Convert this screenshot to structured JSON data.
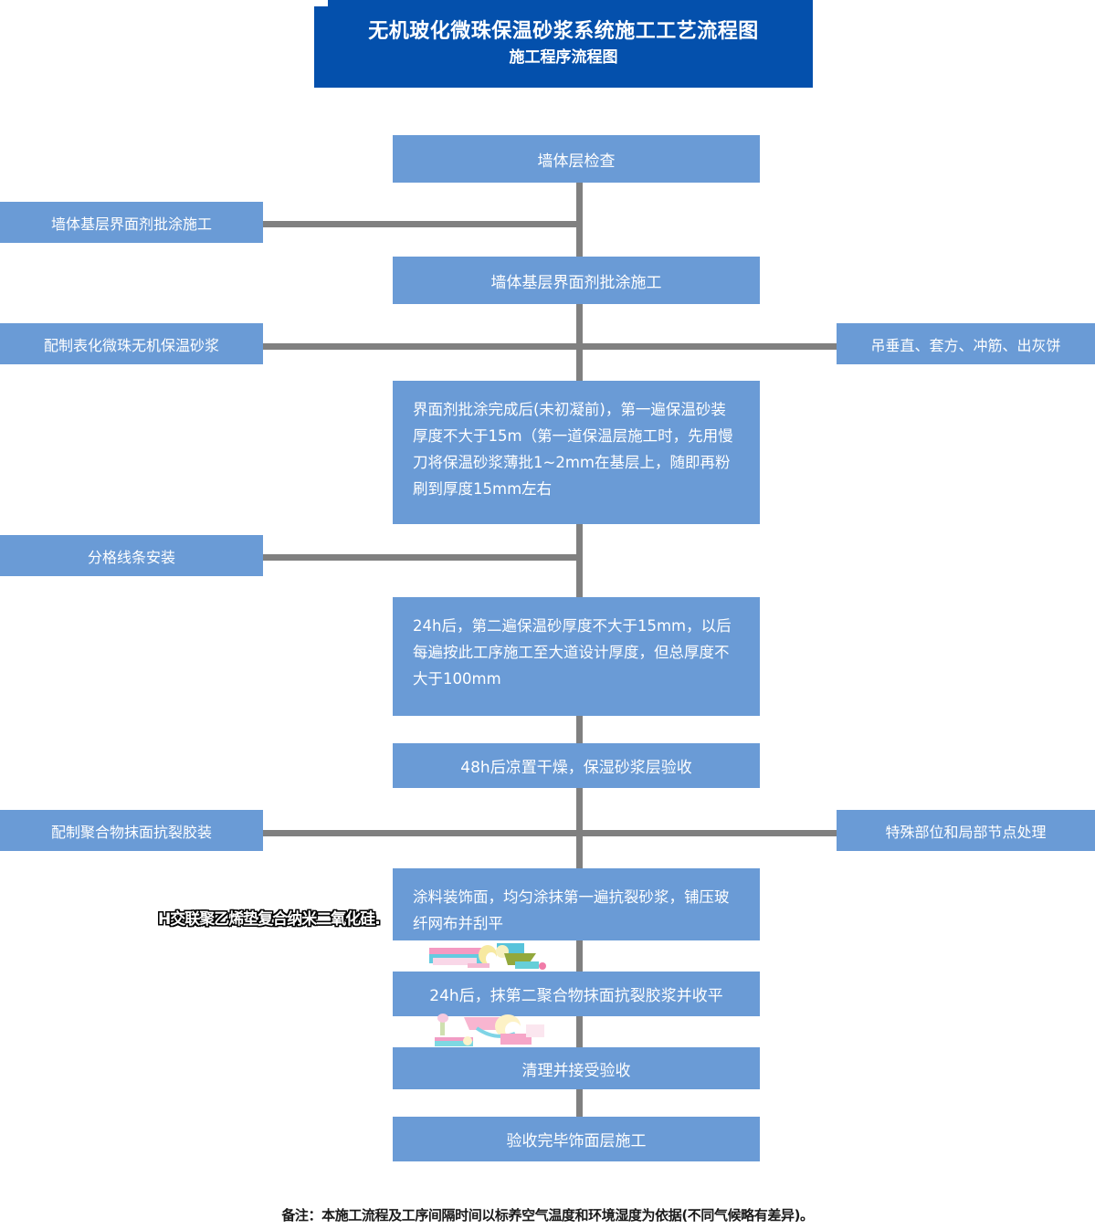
{
  "banner": {
    "title": "无机玻化微珠保温砂浆系统施工工艺流程图",
    "subtitle": "施工程序流程图",
    "color": "#0450ac"
  },
  "theme": {
    "box_color": "#6a9bd6",
    "connector_color": "#808080",
    "text_color": "#ffffff",
    "background": "#ffffff"
  },
  "flow": {
    "main_nodes": [
      {
        "id": "n1",
        "label": "墙体层检查"
      },
      {
        "id": "n2",
        "label": "墙体基层界面剂批涂施工"
      },
      {
        "id": "n3",
        "label": "界面剂批涂完成后(未初凝前)，第一遍保温砂装厚度不大于15m（第一道保温层施工时，先用慢刀将保温砂浆薄批1~2mm在基层上，随即再粉刷到厚度15mm左右"
      },
      {
        "id": "n4",
        "label": "24h后，第二遍保温砂厚度不大于15mm，以后每遍按此工序施工至大道设计厚度，但总厚度不大于100mm"
      },
      {
        "id": "n5",
        "label": "48h后凉置干燥，保湿砂浆层验收"
      },
      {
        "id": "n6",
        "label": "涂料装饰面，均匀涂抹第一遍抗裂砂浆，铺压玻纤网布并刮平"
      },
      {
        "id": "n7",
        "label": "24h后，抹第二聚合物抹面抗裂胶浆并收平"
      },
      {
        "id": "n8",
        "label": "清理并接受验收"
      },
      {
        "id": "n9",
        "label": "验收完毕饰面层施工"
      }
    ],
    "left_nodes": [
      {
        "id": "l1",
        "label": "墙体基层界面剂批涂施工"
      },
      {
        "id": "l2",
        "label": "配制表化微珠无机保温砂浆"
      },
      {
        "id": "l3",
        "label": "分格线条安装"
      },
      {
        "id": "l4",
        "label": "配制聚合物抹面抗裂胶装"
      }
    ],
    "right_nodes": [
      {
        "id": "r1",
        "label": "吊垂直、套方、冲筋、出灰饼"
      },
      {
        "id": "r2",
        "label": "特殊部位和局部节点处理"
      }
    ]
  },
  "overlay": {
    "watermark_text": "H交联聚乙烯垫复合纳米二氧化硅."
  },
  "footnote": {
    "text": "备注：本施工流程及工序间隔时间以标养空气温度和环境湿度为依据(不同气候略有差异)。"
  }
}
